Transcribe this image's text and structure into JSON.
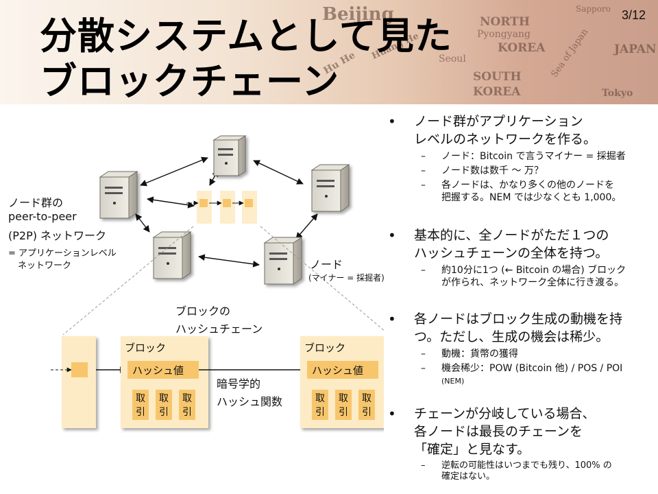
{
  "slide": {
    "title_line1": "分散システムとして見た",
    "title_line2": "ブロックチェーン",
    "page": "3/12"
  },
  "map_labels": [
    "NORTH",
    "Pyongyang",
    "KOREA",
    "SOUTH",
    "KOREA",
    "Seoul",
    "JAPAN",
    "Sapporo",
    "Sea of Japan",
    "Tokyo",
    "Beijing",
    "Hu He",
    "Huang He"
  ],
  "diagram": {
    "network_label_l1": "ノード群の",
    "network_label_l2": "peer-to-peer",
    "network_label_l3": "(P2P) ネットワーク",
    "network_note_l1": "= アプリケーションレベル",
    "network_note_l2": "ネットワーク",
    "node_label": "ノード",
    "node_note": "(マイナー = 採掘者)",
    "chain_label_l1": "ブロックの",
    "chain_label_l2": "ハッシュチェーン",
    "block_title": "ブロック",
    "hash_value": "ハッシュ値",
    "tx_label_top": "取",
    "tx_label_bottom": "引",
    "crypto_l1": "暗号学的",
    "crypto_l2": "ハッシュ関数"
  },
  "bullets": [
    {
      "lines": [
        "ノード群がアプリケーション",
        "レベルのネットワークを作る。"
      ],
      "subs": [
        [
          "ノード：Bitcoin で言うマイナー = 採掘者"
        ],
        [
          "ノード数は数千 〜 万？"
        ],
        [
          "各ノードは、かなり多くの他のノードを",
          "把握する。NEM では少なくとも 1,000。"
        ]
      ]
    },
    {
      "lines": [
        "基本的に、全ノードがただ１つの",
        "ハッシュチェーンの全体を持つ。"
      ],
      "subs": [
        [
          "約10分に1つ (← Bitcoin の場合) ブロック",
          "が作られ、ネットワーク全体に行き渡る。"
        ]
      ]
    },
    {
      "lines": [
        "各ノードはブロック生成の動機を持",
        "つ。ただし、生成の機会は稀少。"
      ],
      "subs": [
        [
          "動機：貨幣の獲得"
        ],
        [
          "機会稀少：POW (Bitcoin 他) / POS / POI",
          "(NEM)"
        ]
      ]
    },
    {
      "lines": [
        "チェーンが分岐している場合、",
        "各ノードは最長のチェーンを",
        "「確定」と見なす。"
      ],
      "subs": [
        [
          "逆転の可能性はいつまでも残り、100% の",
          "確定はない。"
        ]
      ]
    }
  ],
  "colors": {
    "block_fill": "#fdebc5",
    "hash_fill": "#f7c66c",
    "header_tint": "#d4a893"
  }
}
